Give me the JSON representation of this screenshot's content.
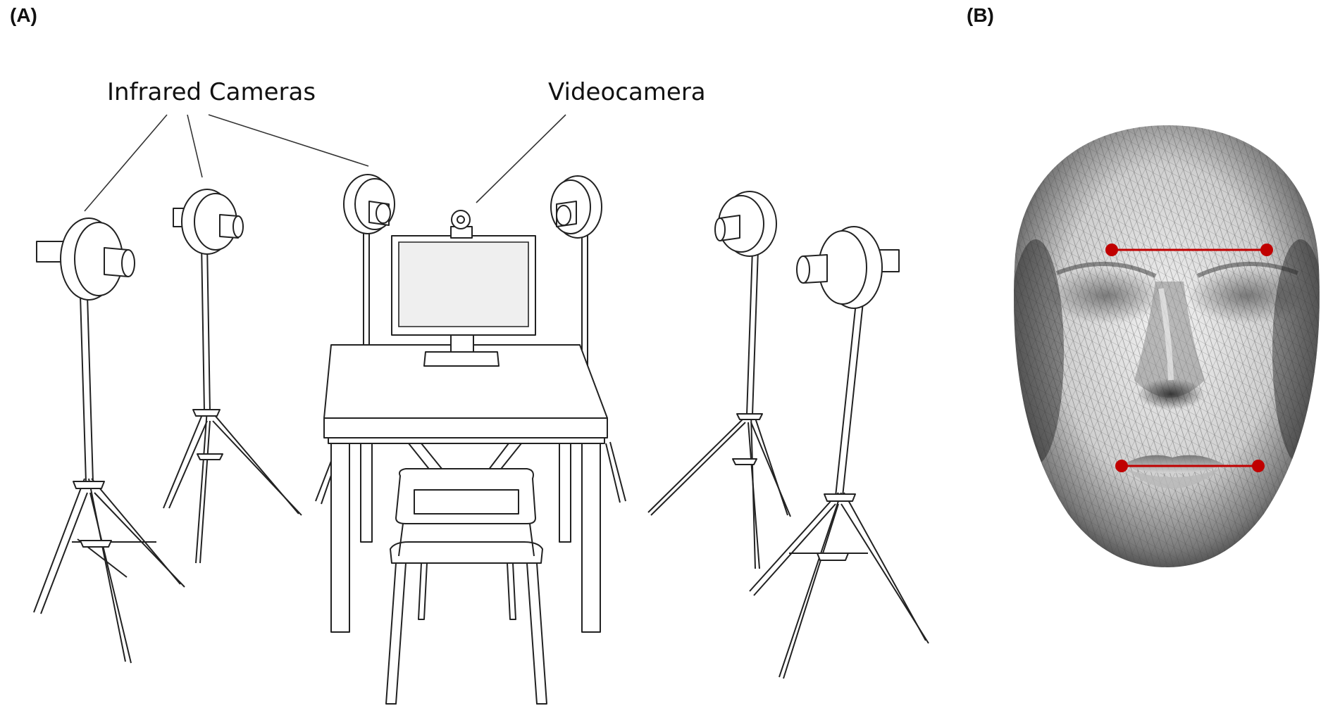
{
  "panels": {
    "a_label": "(A)",
    "b_label": "(B)"
  },
  "callouts": {
    "infrared": "Infrared Cameras",
    "video": "Videocamera"
  },
  "colors": {
    "line": "#222222",
    "marker": "#c00000",
    "screen": "#efefef",
    "face_dark": "#2a2a2a",
    "face_light": "#f2f2f2"
  }
}
